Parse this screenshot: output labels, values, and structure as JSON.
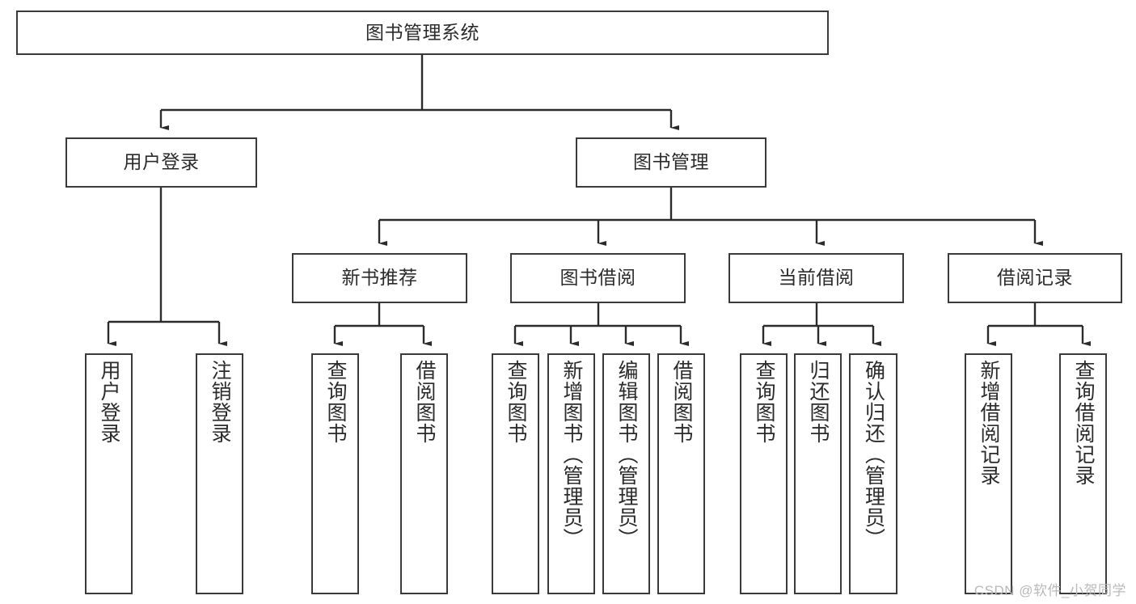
{
  "diagram": {
    "title": "图书管理系统",
    "type": "tree",
    "watermark": "CSDN @软件_小贺同学",
    "colors": {
      "box_border": "#3a3a3a",
      "box_fill": "#ffffff",
      "connector": "#2b2b2b",
      "text": "#2b2b2b",
      "watermark": "#b9b9b9"
    },
    "root": {
      "label": "图书管理系统"
    },
    "level2": [
      {
        "label": "用户登录"
      },
      {
        "label": "图书管理"
      }
    ],
    "level3": [
      {
        "label": "新书推荐"
      },
      {
        "label": "图书借阅"
      },
      {
        "label": "当前借阅"
      },
      {
        "label": "借阅记录"
      }
    ],
    "leaves": {
      "user_login": [
        {
          "label": "用户登录"
        },
        {
          "label": "注销登录"
        }
      ],
      "new_book_recommend": [
        {
          "label": "查询图书"
        },
        {
          "label": "借阅图书"
        }
      ],
      "book_borrow": [
        {
          "label": "查询图书"
        },
        {
          "label": "新增图书（管理员）"
        },
        {
          "label": "编辑图书（管理员）"
        },
        {
          "label": "借阅图书"
        }
      ],
      "current_borrow": [
        {
          "label": "查询图书"
        },
        {
          "label": "归还图书"
        },
        {
          "label": "确认归还（管理员）"
        }
      ],
      "borrow_record": [
        {
          "label": "新增借阅记录"
        },
        {
          "label": "查询借阅记录"
        }
      ]
    }
  }
}
